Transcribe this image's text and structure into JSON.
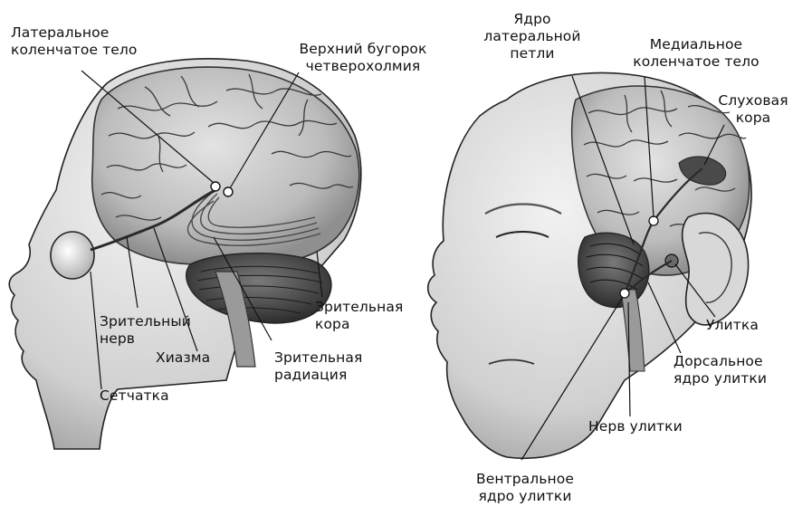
{
  "labels": {
    "lateral_geniculate": "Латеральное\nколенчатое тело",
    "superior_colliculus": "Верхний бугорок\nчетверохолмия",
    "optic_nerve": "Зрительный\nнерв",
    "chiasm": "Хиазма",
    "retina": "Сетчатка",
    "optic_radiation": "Зрительная\nрадиация",
    "visual_cortex": "Зрительная\nкора",
    "lateral_lemniscus_nucleus": "Ядро\nлатеральной\nпетли",
    "medial_geniculate": "Медиальное\nколенчатое тело",
    "auditory_cortex": "Слуховая\nкора",
    "cochlea": "Улитка",
    "dorsal_cochlear_nucleus": "Дорсальное\nядро улитки",
    "cochlear_nerve": "Нерв улитки",
    "ventral_cochlear_nucleus": "Вентральное\nядро улитки"
  },
  "colors": {
    "ink": "#111111",
    "skin_light": "#e9e9e9",
    "skin_mid": "#bdbdbd",
    "brain": "#cfcfcf",
    "shadow": "#5a5a5a"
  }
}
